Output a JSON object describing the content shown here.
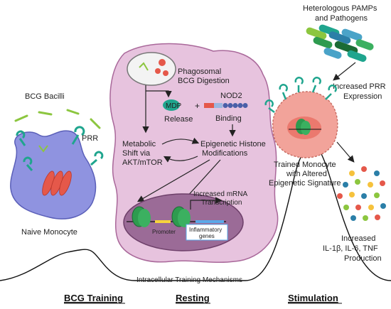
{
  "labels": {
    "bcg_bacilli": "BCG Bacilli",
    "prr": "PRR",
    "naive_monocyte": "Naive Monocyte",
    "phagosomal_1": "Phagosomal",
    "phagosomal_2": "BCG Digestion",
    "mdp": "MDP",
    "release": "Release",
    "plus": "+",
    "nod2": "NOD2",
    "binding": "Binding",
    "metabolic_1": "Metabolic",
    "metabolic_2": "Shift via",
    "metabolic_3": "AKT/mTOR",
    "epigenetic_1": "Epigenetic Histone",
    "epigenetic_2": "Modifications",
    "mrna_1": "Increased mRNA",
    "mrna_2": "Transcription",
    "promoter": "Promoter",
    "inflam_1": "Inflammatory",
    "inflam_2": "genes",
    "intracellular": "Intracellular Training Mechanisms",
    "pamps_1": "Heterologous PAMPs",
    "pamps_2": "and Pathogens",
    "prr_expr_1": "Increased PRR",
    "prr_expr_2": "Expression",
    "trained_1": "Trained Monocyte",
    "trained_2": "with Altered",
    "trained_3": "Epigenetic Signature",
    "cyto_1": "Increased",
    "cyto_2": "IL-1β, IL-6, TNF",
    "cyto_3": "Production"
  },
  "phases": {
    "training": "BCG Training",
    "resting": "Resting",
    "stimulation": "Stimulation"
  },
  "colors": {
    "naive_cell": "#8f93e0",
    "large_cell": "#e7c3de",
    "nucleus": "#9b6b97",
    "trained_cell": "#f2a39a",
    "bacilli": "#8cc63f",
    "receptor": "#1fa58e",
    "chromosome": "#e5584a"
  }
}
